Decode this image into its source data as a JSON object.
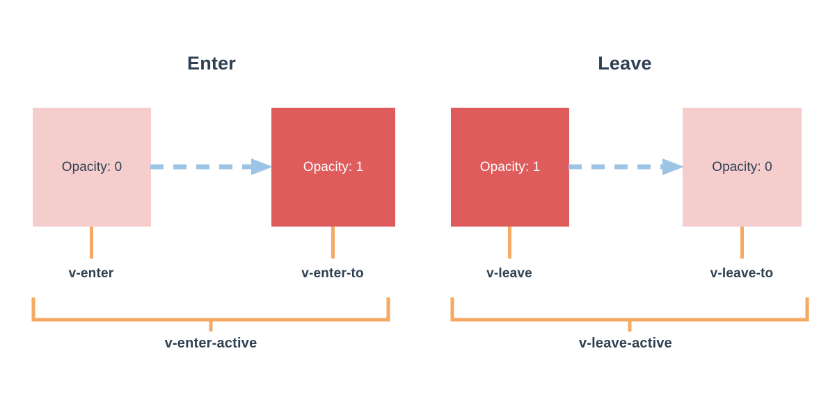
{
  "diagram": {
    "title_enter": "Enter",
    "title_leave": "Leave",
    "colors": {
      "box_light": "#f5cdcd",
      "box_dark": "#de5c5c",
      "arrow": "#9dc4e4",
      "bracket": "#f5a962",
      "text": "#2e4052",
      "background": "#ffffff"
    },
    "panels": [
      {
        "name": "enter",
        "title": "Enter",
        "from_box": {
          "label": "Opacity: 0",
          "fill": "light",
          "class_label": "v-enter"
        },
        "to_box": {
          "label": "Opacity: 1",
          "fill": "dark",
          "class_label": "v-enter-to"
        },
        "arrow": {
          "style": "dashed",
          "direction": "right"
        },
        "active_label": "v-enter-active"
      },
      {
        "name": "leave",
        "title": "Leave",
        "from_box": {
          "label": "Opacity: 1",
          "fill": "dark",
          "class_label": "v-leave"
        },
        "to_box": {
          "label": "Opacity: 0",
          "fill": "light",
          "class_label": "v-leave-to"
        },
        "arrow": {
          "style": "dashed",
          "direction": "right"
        },
        "active_label": "v-leave-active"
      }
    ]
  }
}
